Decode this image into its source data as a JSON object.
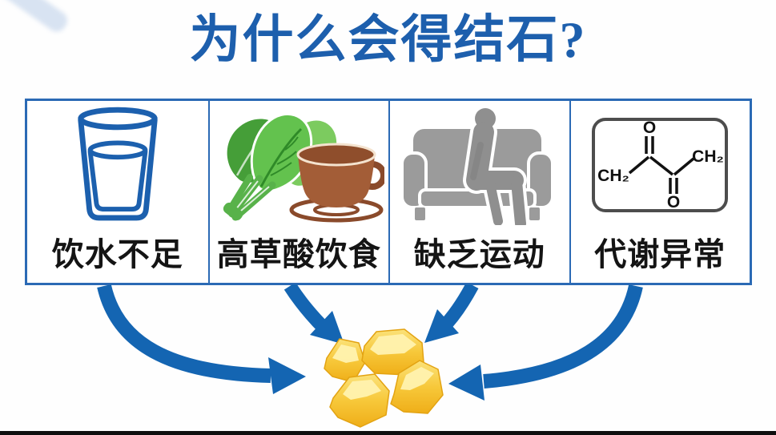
{
  "title": "为什么会得结石?",
  "panels": [
    {
      "name": "insufficient-water",
      "label": "饮水不足",
      "icon": "water-glass-icon"
    },
    {
      "name": "high-oxalate-diet",
      "label": "高草酸饮食",
      "icon": "spinach-and-teacup-icon"
    },
    {
      "name": "lack-of-exercise",
      "label": "缺乏运动",
      "icon": "person-sitting-on-couch-icon"
    },
    {
      "name": "metabolic-abnormality",
      "label": "代谢异常",
      "icon": "diketone-chemical-structure-icon"
    }
  ],
  "chemical_structure": {
    "left_group": "CH₂",
    "right_group": "CH₂",
    "top_atom": "O",
    "bottom_atom": "O"
  },
  "result": {
    "icon": "kidney-stones-icon"
  },
  "colors": {
    "title_blue": "#1d5fad",
    "panel_border_blue": "#2b6ab5",
    "arrow_blue": "#1465b2",
    "glass_blue": "#1c60ae",
    "leaf_green": "#63c24e",
    "leaf_green_dark": "#459e38",
    "cup_brown": "#a35d37",
    "cup_brown_dark": "#8a4a28",
    "couch_gray": "#9b9b9b",
    "stone_gold": "#f7c83a",
    "stone_gold_light": "#fde68c",
    "stone_gold_dark": "#efae18",
    "label_black": "#141414"
  }
}
